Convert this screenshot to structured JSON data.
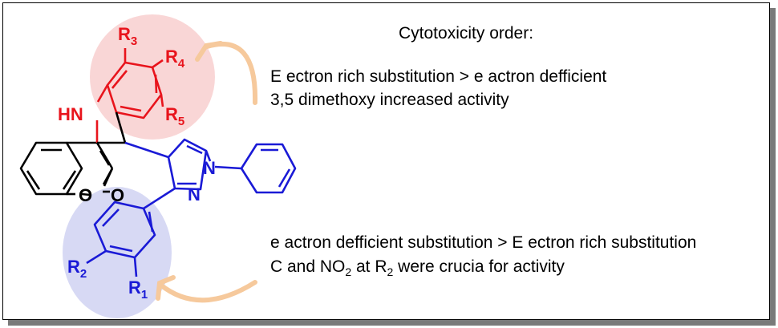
{
  "title": "Cytotoxicity order:",
  "upper_notes": {
    "line1": "E ectron rich substitution > e actron defficient",
    "line2": "3,5 dimethoxy increased activity"
  },
  "lower_notes": {
    "line1": "e actron defficient substitution > E ectron rich substitution",
    "line2_prefix": "C  and NO",
    "line2_sub1": "2",
    "line2_mid": " at R",
    "line2_sub2": "2",
    "line2_suffix": " were crucia  for activity"
  },
  "molecule": {
    "hn": "HN",
    "o_ring": "O",
    "o_carbonyl": "O",
    "n1": "N",
    "n2": "N",
    "r3": "R",
    "r3_sub": "3",
    "r4": "R",
    "r4_sub": "4",
    "r5": "R",
    "r5_sub": "5",
    "r2": "R",
    "r2_sub": "2",
    "r1": "R",
    "r1_sub": "1"
  },
  "colors": {
    "red": "#e8141c",
    "blue": "#1a1ad6",
    "black": "#000000",
    "pink_circle": "#f9d6d6",
    "lavender_circle": "#d7d9f4",
    "orange_arrow": "#f6c99c"
  }
}
